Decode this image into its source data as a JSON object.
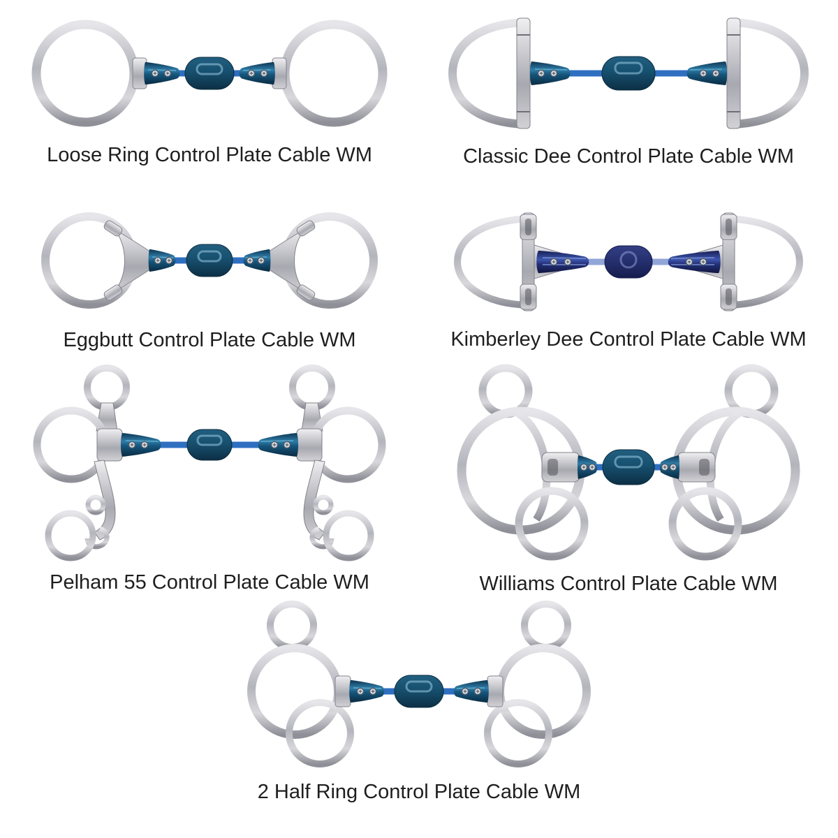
{
  "page": {
    "background": "#ffffff"
  },
  "colors": {
    "text": "#1e1e1e",
    "cable_blue": "#2f6fc1",
    "cable_lavender": "#92a6d8",
    "metal_light": "#e6e6ea",
    "metal_dark": "#8f8f98",
    "mouth_teal": "#15557c",
    "mouth_navy": "#232f77",
    "plate_teal": "#17506f",
    "plate_navy": "#252f6e"
  },
  "products": [
    {
      "id": "loose-ring",
      "name": "Loose Ring Control Plate Cable WM",
      "cable_color": "#2f6fc1",
      "plate_color": "#17506f"
    },
    {
      "id": "classic-dee",
      "name": "Classic Dee Control Plate Cable WM",
      "cable_color": "#2f6fc1",
      "plate_color": "#17506f"
    },
    {
      "id": "eggbutt",
      "name": "Eggbutt Control Plate Cable WM",
      "cable_color": "#2f6fc1",
      "plate_color": "#17506f"
    },
    {
      "id": "kimberley-dee",
      "name": "Kimberley Dee Control Plate Cable WM",
      "cable_color": "#92a6d8",
      "plate_color": "#252f6e"
    },
    {
      "id": "pelham-55",
      "name": "Pelham 55 Control Plate Cable WM",
      "cable_color": "#2f6fc1",
      "plate_color": "#17506f"
    },
    {
      "id": "williams",
      "name": "Williams Control Plate Cable WM",
      "cable_color": "#2f6fc1",
      "plate_color": "#17506f"
    },
    {
      "id": "2-half-ring",
      "name": "2 Half Ring Control Plate Cable WM",
      "cable_color": "#2f6fc1",
      "plate_color": "#17506f"
    }
  ]
}
